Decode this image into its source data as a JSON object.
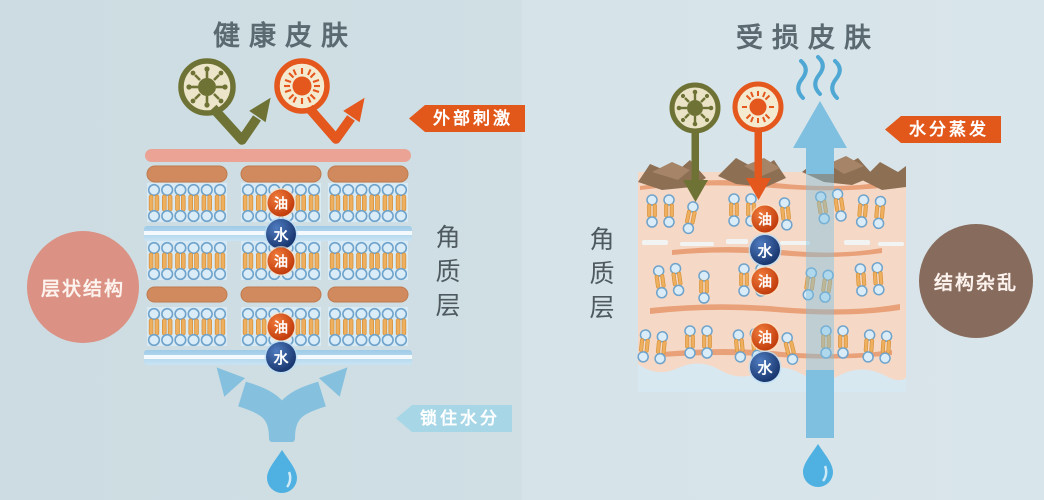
{
  "healthy_panel": {
    "title": "健康皮肤",
    "stratum_corneum_label": "角质层",
    "structure_note": "层状结构",
    "external_stimuli_label": "外部刺激",
    "lock_moisture_label": "锁住水分",
    "oil_label": "油",
    "water_label": "水"
  },
  "damaged_panel": {
    "title": "受损皮肤",
    "stratum_corneum_label": "角质层",
    "structure_note": "结构杂乱",
    "evaporation_label": "水分蒸发",
    "oil_label": "油",
    "water_label": "水"
  },
  "colors": {
    "background_left": "#ccdce2",
    "background_right": "#d6e3e9",
    "title_text": "#5b6a70",
    "ribbon_orange": "#e2581b",
    "ribbon_blue": "#a7d7e7",
    "note_pink": "#db9183",
    "note_brown": "#876b5d",
    "germ_olive": "#6e7335",
    "sun_orange": "#e4571d",
    "skin_surface_pink": "#eaa394",
    "corneocyte_tan": "#d08a5e",
    "lipid_tail_orange": "#eeb05e",
    "water_arrow_blue": "#7fc0e0",
    "oil_badge": "#c23c0c",
    "water_badge": "#16336b",
    "damaged_block_peach": "#f5d9c6",
    "debris_brown": "#8d6f54"
  },
  "icons": {
    "germ": "germ-icon",
    "sun": "sun-icon",
    "steam": "steam-waves-icon",
    "water_drop": "water-drop-icon",
    "bounce_arrow": "bounce-arrow-icon",
    "penetrate_arrow": "penetrate-arrow-icon",
    "split_arrow": "split-arrow-icon",
    "up_arrow": "evaporation-arrow-icon"
  }
}
